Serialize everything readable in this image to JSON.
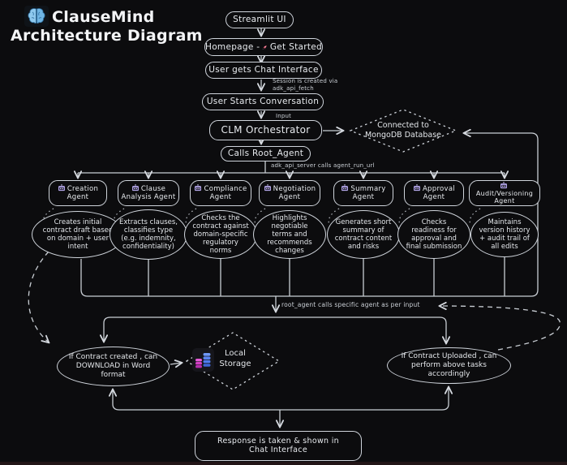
{
  "header": {
    "title_line1": "ClauseMind",
    "title_line2": "Architecture Diagram",
    "logo_icon": "brain-icon"
  },
  "flow": {
    "streamlit_ui": "Streamlit UI",
    "homepage_prefix": "Homepage -",
    "homepage_suffix": "Get Started",
    "chat_interface": "User gets Chat Interface",
    "session_label": "Session is created via adk_api_fetch",
    "conversation": "User Starts Conversation",
    "input_label": "Input",
    "orchestrator": "CLM Orchestrator",
    "root_agent": "Calls Root_Agent",
    "adk_label": "adk_api_server calls agent_run_url",
    "mongodb": "Connected to MongoDB Database",
    "root_call_label": "root_agent calls specific agent as per input"
  },
  "agents": [
    {
      "icon": "robot-icon",
      "label": "Creation Agent",
      "desc": "Creates initial contract draft based on domain + user intent"
    },
    {
      "icon": "robot-icon",
      "label": "Clause Analysis Agent",
      "desc": "Extracts clauses, classifies type (e.g. indemnity, confidentiality)"
    },
    {
      "icon": "robot-icon",
      "label": "Compliance Agent",
      "desc": "Checks the contract against domain-specific regulatory norms"
    },
    {
      "icon": "robot-icon",
      "label": "Negotiation Agent",
      "desc": "Highlights negotiable terms and recommends changes"
    },
    {
      "icon": "robot-icon",
      "label": "Summary Agent",
      "desc": "Generates short summary of contract content and risks"
    },
    {
      "icon": "robot-icon",
      "label": "Approval Agent",
      "desc": "Checks readiness for approval and final submission"
    },
    {
      "icon": "robot-icon",
      "label": "Audit/Versioning Agent",
      "desc": "Maintains version history + audit trail of all edits"
    }
  ],
  "bottom": {
    "download_ellipse": "If Contract created , can DOWNLOAD in Word format",
    "local_storage": "Local Storage",
    "storage_icon": "database-icon",
    "upload_ellipse": "If Contract Uploaded , can perform above tasks accordingly",
    "response_box": "Response is taken & shown in Chat Interface"
  },
  "colors": {
    "background": "#0c0c0e",
    "stroke": "#cfd4db",
    "text": "#e8ebef",
    "logo_blue": "#7cc0ea",
    "robot_purple": "#b3a6e8",
    "rocket_red": "#e8607a",
    "storage_pink": "#d94fd0",
    "storage_blue": "#4f7df0"
  }
}
